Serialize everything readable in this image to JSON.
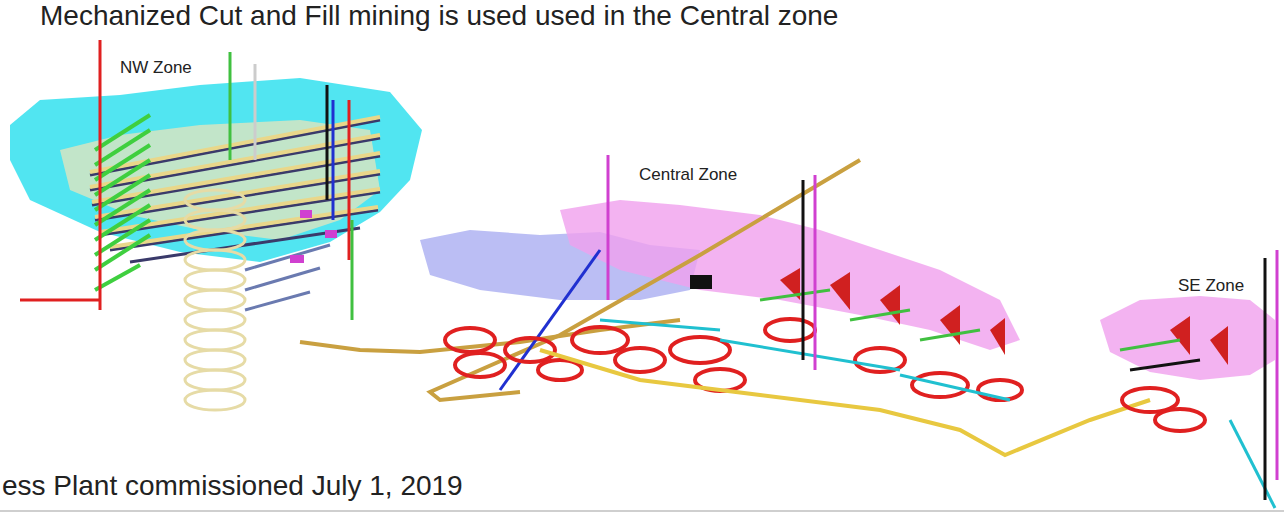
{
  "diagram": {
    "labels": [
      "Mechanized Cut and Fill mining is used used in the Central zone",
      "NW Zone",
      "Central Zone",
      "SE Zone",
      "ess Plant commissioned July 1, 2019"
    ]
  }
}
